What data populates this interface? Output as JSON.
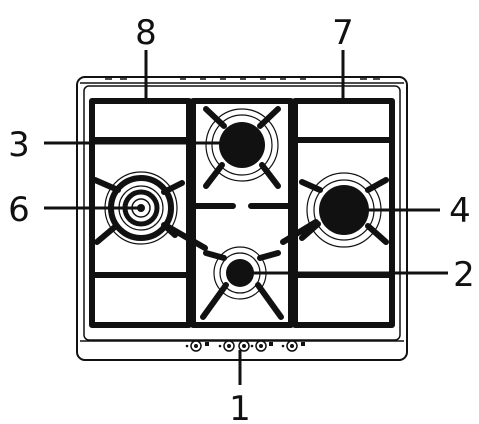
{
  "diagram": {
    "callouts": {
      "knobs": "1",
      "burner_right_small": "2",
      "burner_top_center": "3",
      "burner_right_large": "4",
      "burner_left_triple": "6",
      "pan_support_right": "7",
      "pan_support_left": "8"
    },
    "colors": {
      "ink": "#111111",
      "background": "#ffffff"
    }
  }
}
